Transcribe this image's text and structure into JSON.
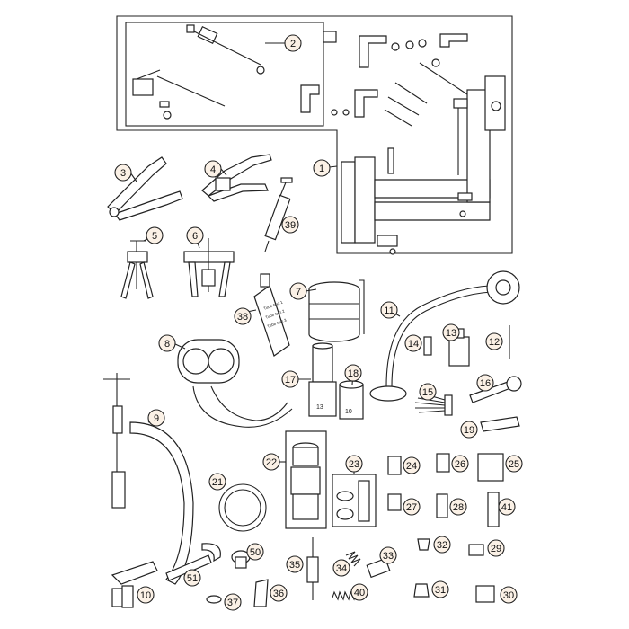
{
  "callouts": [
    "1",
    "2",
    "3",
    "4",
    "5",
    "6",
    "7",
    "8",
    "9",
    "10",
    "11",
    "12",
    "13",
    "14",
    "15",
    "16",
    "17",
    "18",
    "19",
    "21",
    "22",
    "23",
    "24",
    "25",
    "26",
    "27",
    "28",
    "29",
    "30",
    "31",
    "32",
    "33",
    "34",
    "35",
    "36",
    "37",
    "38",
    "39",
    "40",
    "41",
    "50",
    "51"
  ],
  "socket_labels": {
    "item17": "13",
    "item18": "10"
  },
  "tube_label_lines": [
    "Tube text 1",
    "Tube text 2",
    "Tube text 3"
  ],
  "colors": {
    "line": "#222222",
    "callout_fill": "#fbf1e6",
    "part_fill": "#f2e7dc"
  }
}
